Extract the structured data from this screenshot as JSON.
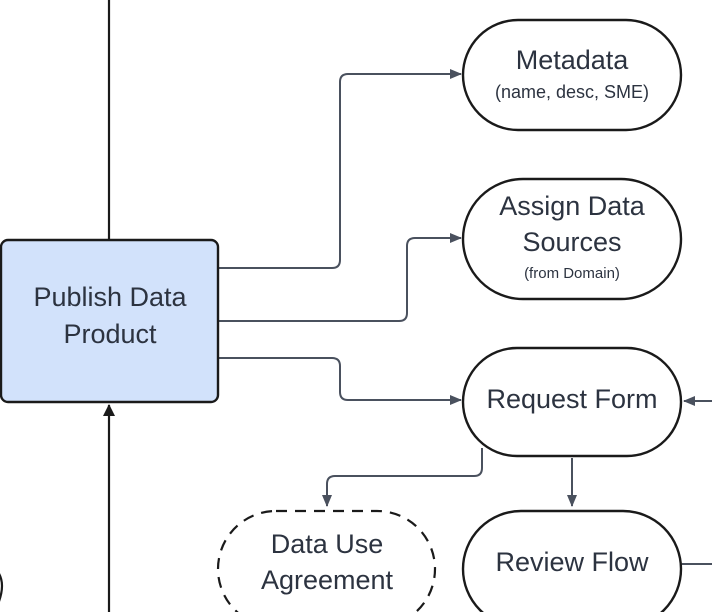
{
  "nodes": {
    "publish": {
      "line1": "Publish Data",
      "line2": "Product",
      "fill": "#d2e2fb"
    },
    "metadata": {
      "title": "Metadata",
      "subtitle": "(name, desc, SME)"
    },
    "assign": {
      "line1": "Assign Data",
      "line2": "Sources",
      "subtitle": "(from Domain)"
    },
    "request": {
      "title": "Request Form"
    },
    "dua": {
      "line1": "Data Use",
      "line2": "Agreement"
    },
    "review": {
      "title": "Review Flow"
    }
  },
  "colors": {
    "edge": "#4a515e",
    "border": "#1a1a1a",
    "text": "#2c3340"
  }
}
